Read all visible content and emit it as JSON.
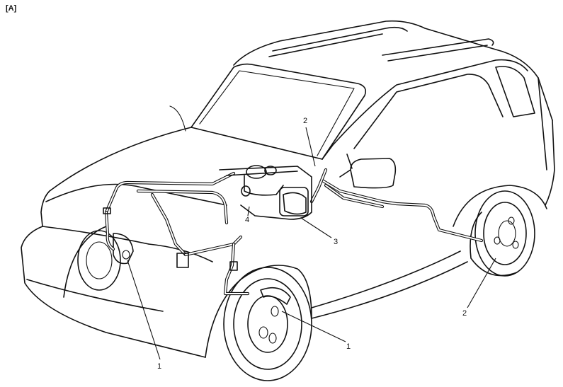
{
  "figure_tag": "[A]",
  "labels": {
    "front_left_brake": "1",
    "front_right_brake": "1",
    "rear_brake_left": "2",
    "rear_brake_right": "2",
    "hydraulic_unit": "3",
    "master_cylinder": "4"
  }
}
